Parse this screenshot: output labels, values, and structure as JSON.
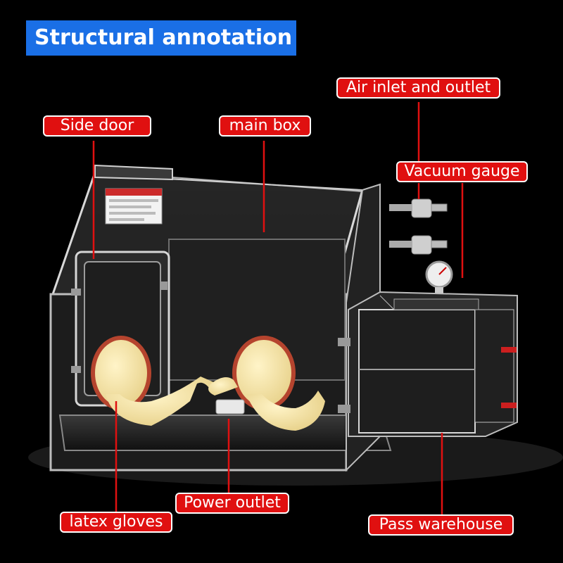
{
  "title": "Structural annotation",
  "labels": {
    "side_door": "Side door",
    "main_box": "main box",
    "air_inlet_outlet": "Air inlet and outlet",
    "vacuum_gauge": "Vacuum gauge",
    "power_outlet": "Power outlet",
    "latex_gloves": "latex gloves",
    "pass_warehouse": "Pass warehouse"
  },
  "colors": {
    "banner": "#1a6fe6",
    "callout": "#e01010",
    "leader_line": "#e01010",
    "background": "#000000",
    "glove": "#f2dfa2",
    "glove_ring": "#b5442e"
  }
}
